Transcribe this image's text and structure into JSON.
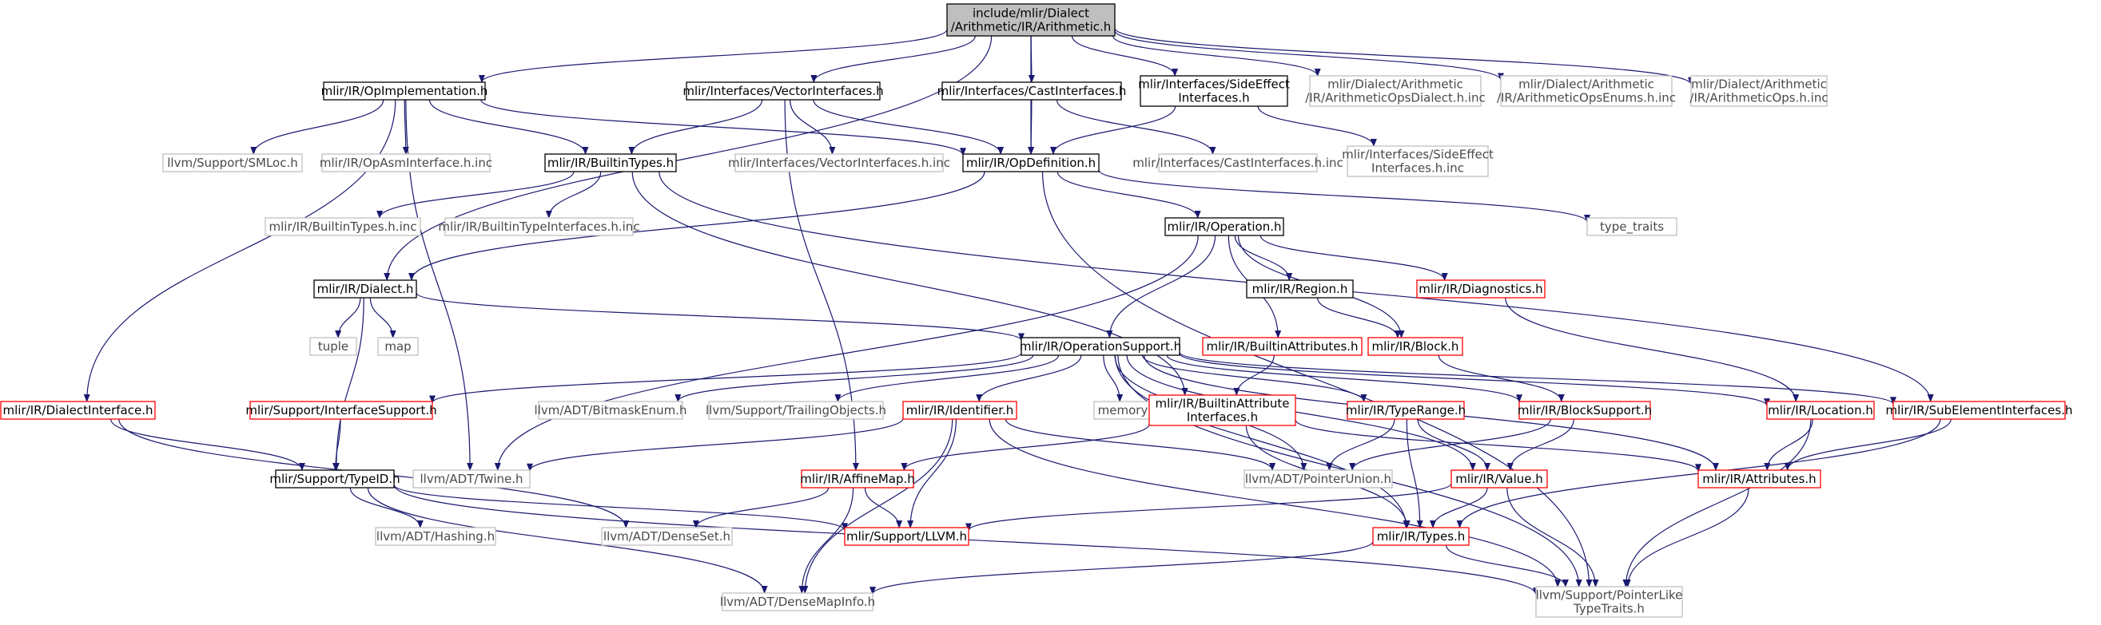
{
  "nodes": [
    {
      "id": "arith",
      "lines": [
        "include/mlir/Dialect",
        "/Arithmetic/IR/Arithmetic.h"
      ],
      "style": "root"
    },
    {
      "id": "opimpl",
      "lines": [
        "mlir/IR/OpImplementation.h"
      ],
      "style": "black"
    },
    {
      "id": "vecif",
      "lines": [
        "mlir/Interfaces/VectorInterfaces.h"
      ],
      "style": "black"
    },
    {
      "id": "castif",
      "lines": [
        "mlir/Interfaces/CastInterfaces.h"
      ],
      "style": "black"
    },
    {
      "id": "sideeff",
      "lines": [
        "mlir/Interfaces/SideEffect",
        "Interfaces.h"
      ],
      "style": "black"
    },
    {
      "id": "arithdialectinc",
      "lines": [
        "mlir/Dialect/Arithmetic",
        "/IR/ArithmeticOpsDialect.h.inc"
      ],
      "style": "grey"
    },
    {
      "id": "arithenumsinc",
      "lines": [
        "mlir/Dialect/Arithmetic",
        "/IR/ArithmeticOpsEnums.h.inc"
      ],
      "style": "grey"
    },
    {
      "id": "arithopsinc",
      "lines": [
        "mlir/Dialect/Arithmetic",
        "/IR/ArithmeticOps.h.inc"
      ],
      "style": "grey"
    },
    {
      "id": "smloc",
      "lines": [
        "llvm/Support/SMLoc.h"
      ],
      "style": "grey"
    },
    {
      "id": "opasminc",
      "lines": [
        "mlir/IR/OpAsmInterface.h.inc"
      ],
      "style": "grey"
    },
    {
      "id": "builtintypes",
      "lines": [
        "mlir/IR/BuiltinTypes.h"
      ],
      "style": "black"
    },
    {
      "id": "vecifinc",
      "lines": [
        "mlir/Interfaces/VectorInterfaces.h.inc"
      ],
      "style": "grey"
    },
    {
      "id": "opdef",
      "lines": [
        "mlir/IR/OpDefinition.h"
      ],
      "style": "black"
    },
    {
      "id": "castifinc",
      "lines": [
        "mlir/Interfaces/CastInterfaces.h.inc"
      ],
      "style": "grey"
    },
    {
      "id": "sideeffinc",
      "lines": [
        "mlir/Interfaces/SideEffect",
        "Interfaces.h.inc"
      ],
      "style": "grey"
    },
    {
      "id": "builtintypesinc",
      "lines": [
        "mlir/IR/BuiltinTypes.h.inc"
      ],
      "style": "grey"
    },
    {
      "id": "builtintypeifinc",
      "lines": [
        "mlir/IR/BuiltinTypeInterfaces.h.inc"
      ],
      "style": "grey"
    },
    {
      "id": "operation",
      "lines": [
        "mlir/IR/Operation.h"
      ],
      "style": "black"
    },
    {
      "id": "typetraits",
      "lines": [
        "type_traits"
      ],
      "style": "grey"
    },
    {
      "id": "dialect",
      "lines": [
        "mlir/IR/Dialect.h"
      ],
      "style": "black"
    },
    {
      "id": "region",
      "lines": [
        "mlir/IR/Region.h"
      ],
      "style": "black"
    },
    {
      "id": "diagnostics",
      "lines": [
        "mlir/IR/Diagnostics.h"
      ],
      "style": "red"
    },
    {
      "id": "tuple",
      "lines": [
        "tuple"
      ],
      "style": "grey"
    },
    {
      "id": "map",
      "lines": [
        "map"
      ],
      "style": "grey"
    },
    {
      "id": "opsupport",
      "lines": [
        "mlir/IR/OperationSupport.h"
      ],
      "style": "black"
    },
    {
      "id": "builtinattrs",
      "lines": [
        "mlir/IR/BuiltinAttributes.h"
      ],
      "style": "red"
    },
    {
      "id": "block",
      "lines": [
        "mlir/IR/Block.h"
      ],
      "style": "red"
    },
    {
      "id": "dialectif",
      "lines": [
        "mlir/IR/DialectInterface.h"
      ],
      "style": "red"
    },
    {
      "id": "ifsupport",
      "lines": [
        "mlir/Support/InterfaceSupport.h"
      ],
      "style": "red"
    },
    {
      "id": "bitmask",
      "lines": [
        "llvm/ADT/BitmaskEnum.h"
      ],
      "style": "grey"
    },
    {
      "id": "trailing",
      "lines": [
        "llvm/Support/TrailingObjects.h"
      ],
      "style": "grey"
    },
    {
      "id": "identifier",
      "lines": [
        "mlir/IR/Identifier.h"
      ],
      "style": "red"
    },
    {
      "id": "memory",
      "lines": [
        "memory"
      ],
      "style": "grey"
    },
    {
      "id": "builtinattrif",
      "lines": [
        "mlir/IR/BuiltinAttribute",
        "Interfaces.h"
      ],
      "style": "red"
    },
    {
      "id": "typerange",
      "lines": [
        "mlir/IR/TypeRange.h"
      ],
      "style": "red"
    },
    {
      "id": "blocksupport",
      "lines": [
        "mlir/IR/BlockSupport.h"
      ],
      "style": "red"
    },
    {
      "id": "location",
      "lines": [
        "mlir/IR/Location.h"
      ],
      "style": "red"
    },
    {
      "id": "subelem",
      "lines": [
        "mlir/IR/SubElementInterfaces.h"
      ],
      "style": "red"
    },
    {
      "id": "typeid",
      "lines": [
        "mlir/Support/TypeID.h"
      ],
      "style": "black"
    },
    {
      "id": "twine",
      "lines": [
        "llvm/ADT/Twine.h"
      ],
      "style": "grey"
    },
    {
      "id": "affinemap",
      "lines": [
        "mlir/IR/AffineMap.h"
      ],
      "style": "red"
    },
    {
      "id": "pointerunion",
      "lines": [
        "llvm/ADT/PointerUnion.h"
      ],
      "style": "grey"
    },
    {
      "id": "value",
      "lines": [
        "mlir/IR/Value.h"
      ],
      "style": "red"
    },
    {
      "id": "attributes",
      "lines": [
        "mlir/IR/Attributes.h"
      ],
      "style": "red"
    },
    {
      "id": "hashing",
      "lines": [
        "llvm/ADT/Hashing.h"
      ],
      "style": "grey"
    },
    {
      "id": "denseset",
      "lines": [
        "llvm/ADT/DenseSet.h"
      ],
      "style": "grey"
    },
    {
      "id": "llvmh",
      "lines": [
        "mlir/Support/LLVM.h"
      ],
      "style": "red"
    },
    {
      "id": "types",
      "lines": [
        "mlir/IR/Types.h"
      ],
      "style": "red"
    },
    {
      "id": "densemapinfo",
      "lines": [
        "llvm/ADT/DenseMapInfo.h"
      ],
      "style": "grey"
    },
    {
      "id": "ptrlike",
      "lines": [
        "llvm/Support/PointerLike",
        "TypeTraits.h"
      ],
      "style": "grey"
    }
  ],
  "edges": [
    [
      "arith",
      "opimpl"
    ],
    [
      "arith",
      "vecif"
    ],
    [
      "arith",
      "castif"
    ],
    [
      "arith",
      "sideeff"
    ],
    [
      "arith",
      "arithdialectinc"
    ],
    [
      "arith",
      "arithenumsinc"
    ],
    [
      "arith",
      "arithopsinc"
    ],
    [
      "arith",
      "opdef"
    ],
    [
      "arith",
      "dialect"
    ],
    [
      "opimpl",
      "smloc"
    ],
    [
      "opimpl",
      "opasminc"
    ],
    [
      "opimpl",
      "builtintypes"
    ],
    [
      "opimpl",
      "opdef"
    ],
    [
      "opimpl",
      "dialectif"
    ],
    [
      "opimpl",
      "twine"
    ],
    [
      "vecif",
      "builtintypes"
    ],
    [
      "vecif",
      "vecifinc"
    ],
    [
      "vecif",
      "opdef"
    ],
    [
      "vecif",
      "affinemap"
    ],
    [
      "castif",
      "opdef"
    ],
    [
      "castif",
      "castifinc"
    ],
    [
      "sideeff",
      "opdef"
    ],
    [
      "sideeff",
      "sideeffinc"
    ],
    [
      "builtintypes",
      "builtintypesinc"
    ],
    [
      "builtintypes",
      "builtintypeifinc"
    ],
    [
      "builtintypes",
      "subelem"
    ],
    [
      "builtintypes",
      "builtinattrif"
    ],
    [
      "opdef",
      "operation"
    ],
    [
      "opdef",
      "dialect"
    ],
    [
      "opdef",
      "typetraits"
    ],
    [
      "opdef",
      "ptrlike"
    ],
    [
      "operation",
      "region"
    ],
    [
      "operation",
      "diagnostics"
    ],
    [
      "operation",
      "block"
    ],
    [
      "operation",
      "opsupport"
    ],
    [
      "operation",
      "builtinattrs"
    ],
    [
      "operation",
      "twine"
    ],
    [
      "dialect",
      "tuple"
    ],
    [
      "dialect",
      "map"
    ],
    [
      "dialect",
      "opsupport"
    ],
    [
      "dialect",
      "typeid"
    ],
    [
      "region",
      "block"
    ],
    [
      "diagnostics",
      "location"
    ],
    [
      "block",
      "blocksupport"
    ],
    [
      "builtinattrs",
      "builtinattrif"
    ],
    [
      "opsupport",
      "ifsupport"
    ],
    [
      "opsupport",
      "bitmask"
    ],
    [
      "opsupport",
      "trailing"
    ],
    [
      "opsupport",
      "identifier"
    ],
    [
      "opsupport",
      "memory"
    ],
    [
      "opsupport",
      "typerange"
    ],
    [
      "opsupport",
      "blocksupport"
    ],
    [
      "opsupport",
      "location"
    ],
    [
      "opsupport",
      "subelem"
    ],
    [
      "opsupport",
      "pointerunion"
    ],
    [
      "opsupport",
      "value"
    ],
    [
      "opsupport",
      "attributes"
    ],
    [
      "opsupport",
      "types"
    ],
    [
      "opsupport",
      "ptrlike"
    ],
    [
      "dialectif",
      "typeid"
    ],
    [
      "dialectif",
      "denseset"
    ],
    [
      "ifsupport",
      "typeid"
    ],
    [
      "identifier",
      "twine"
    ],
    [
      "identifier",
      "llvmh"
    ],
    [
      "identifier",
      "pointerunion"
    ],
    [
      "identifier",
      "densemapinfo"
    ],
    [
      "identifier",
      "ptrlike"
    ],
    [
      "builtinattrif",
      "affinemap"
    ],
    [
      "builtinattrif",
      "attributes"
    ],
    [
      "builtinattrif",
      "types"
    ],
    [
      "typerange",
      "pointerunion"
    ],
    [
      "typerange",
      "value"
    ],
    [
      "typerange",
      "types"
    ],
    [
      "blocksupport",
      "pointerunion"
    ],
    [
      "blocksupport",
      "value"
    ],
    [
      "location",
      "attributes"
    ],
    [
      "location",
      "ptrlike"
    ],
    [
      "subelem",
      "attributes"
    ],
    [
      "subelem",
      "types"
    ],
    [
      "typeid",
      "hashing"
    ],
    [
      "typeid",
      "llvmh"
    ],
    [
      "typeid",
      "densemapinfo"
    ],
    [
      "typeid",
      "ptrlike"
    ],
    [
      "affinemap",
      "denseset"
    ],
    [
      "affinemap",
      "llvmh"
    ],
    [
      "affinemap",
      "densemapinfo"
    ],
    [
      "value",
      "llvmh"
    ],
    [
      "value",
      "types"
    ],
    [
      "value",
      "ptrlike"
    ],
    [
      "attributes",
      "ptrlike"
    ],
    [
      "types",
      "densemapinfo"
    ],
    [
      "types",
      "ptrlike"
    ]
  ],
  "colors": {
    "root_fill": "#bfbfbf",
    "box_fill": "#ffffff",
    "black_border": "#000000",
    "red_border": "#ff0000",
    "grey_border": "#bfbfbf",
    "grey_text": "#4a4a4a",
    "edge": "#191970"
  }
}
